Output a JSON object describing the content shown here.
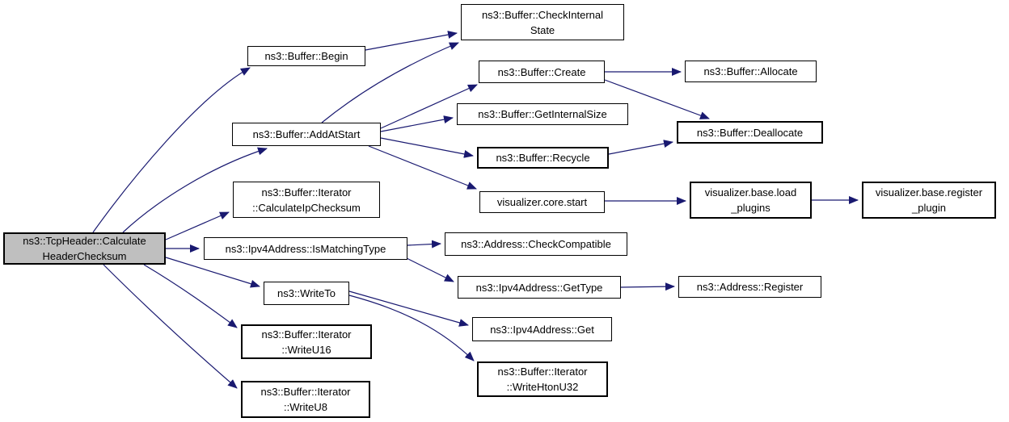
{
  "diagram": {
    "kind": "call-graph",
    "root_function": "ns3::TcpHeader::CalculateHeaderChecksum"
  },
  "colors": {
    "edge": "#191970",
    "node_fill": "#ffffff",
    "root_fill": "#bfbfbf",
    "node_border": "#000000",
    "background": "#ffffff"
  },
  "nodes": [
    {
      "id": "root",
      "lines": [
        "ns3::TcpHeader::Calculate",
        "HeaderChecksum"
      ]
    },
    {
      "id": "begin",
      "lines": [
        "ns3::Buffer::Begin"
      ]
    },
    {
      "id": "checkInternalState",
      "lines": [
        "ns3::Buffer::CheckInternal",
        "State"
      ]
    },
    {
      "id": "create",
      "lines": [
        "ns3::Buffer::Create"
      ]
    },
    {
      "id": "allocate",
      "lines": [
        "ns3::Buffer::Allocate"
      ]
    },
    {
      "id": "getInternalSize",
      "lines": [
        "ns3::Buffer::GetInternalSize"
      ]
    },
    {
      "id": "addAtStart",
      "lines": [
        "ns3::Buffer::AddAtStart"
      ]
    },
    {
      "id": "deallocate",
      "lines": [
        "ns3::Buffer::Deallocate"
      ]
    },
    {
      "id": "recycle",
      "lines": [
        "ns3::Buffer::Recycle"
      ]
    },
    {
      "id": "calculateIpChecksum",
      "lines": [
        "ns3::Buffer::Iterator",
        "::CalculateIpChecksum"
      ]
    },
    {
      "id": "vizStart",
      "lines": [
        "visualizer.core.start"
      ]
    },
    {
      "id": "vizLoadPlugins",
      "lines": [
        "visualizer.base.load",
        "_plugins"
      ]
    },
    {
      "id": "vizRegisterPlugin",
      "lines": [
        "visualizer.base.register",
        "_plugin"
      ]
    },
    {
      "id": "isMatchingType",
      "lines": [
        "ns3::Ipv4Address::IsMatchingType"
      ]
    },
    {
      "id": "checkCompatible",
      "lines": [
        "ns3::Address::CheckCompatible"
      ]
    },
    {
      "id": "writeTo",
      "lines": [
        "ns3::WriteTo"
      ]
    },
    {
      "id": "getType",
      "lines": [
        "ns3::Ipv4Address::GetType"
      ]
    },
    {
      "id": "register",
      "lines": [
        "ns3::Address::Register"
      ]
    },
    {
      "id": "get",
      "lines": [
        "ns3::Ipv4Address::Get"
      ]
    },
    {
      "id": "writeU16",
      "lines": [
        "ns3::Buffer::Iterator",
        "::WriteU16"
      ]
    },
    {
      "id": "writeHtonU32",
      "lines": [
        "ns3::Buffer::Iterator",
        "::WriteHtonU32"
      ]
    },
    {
      "id": "writeU8",
      "lines": [
        "ns3::Buffer::Iterator",
        "::WriteU8"
      ]
    }
  ],
  "edges": [
    {
      "from": "root",
      "to": "begin"
    },
    {
      "from": "root",
      "to": "addAtStart"
    },
    {
      "from": "root",
      "to": "calculateIpChecksum"
    },
    {
      "from": "root",
      "to": "isMatchingType"
    },
    {
      "from": "root",
      "to": "writeTo"
    },
    {
      "from": "root",
      "to": "writeU16"
    },
    {
      "from": "root",
      "to": "writeU8"
    },
    {
      "from": "begin",
      "to": "checkInternalState"
    },
    {
      "from": "addAtStart",
      "to": "checkInternalState"
    },
    {
      "from": "addAtStart",
      "to": "create"
    },
    {
      "from": "addAtStart",
      "to": "getInternalSize"
    },
    {
      "from": "addAtStart",
      "to": "recycle"
    },
    {
      "from": "addAtStart",
      "to": "vizStart"
    },
    {
      "from": "create",
      "to": "allocate"
    },
    {
      "from": "create",
      "to": "deallocate"
    },
    {
      "from": "recycle",
      "to": "deallocate"
    },
    {
      "from": "vizStart",
      "to": "vizLoadPlugins"
    },
    {
      "from": "vizLoadPlugins",
      "to": "vizRegisterPlugin"
    },
    {
      "from": "isMatchingType",
      "to": "checkCompatible"
    },
    {
      "from": "isMatchingType",
      "to": "getType"
    },
    {
      "from": "getType",
      "to": "register"
    },
    {
      "from": "writeTo",
      "to": "get"
    },
    {
      "from": "writeTo",
      "to": "writeHtonU32"
    }
  ]
}
